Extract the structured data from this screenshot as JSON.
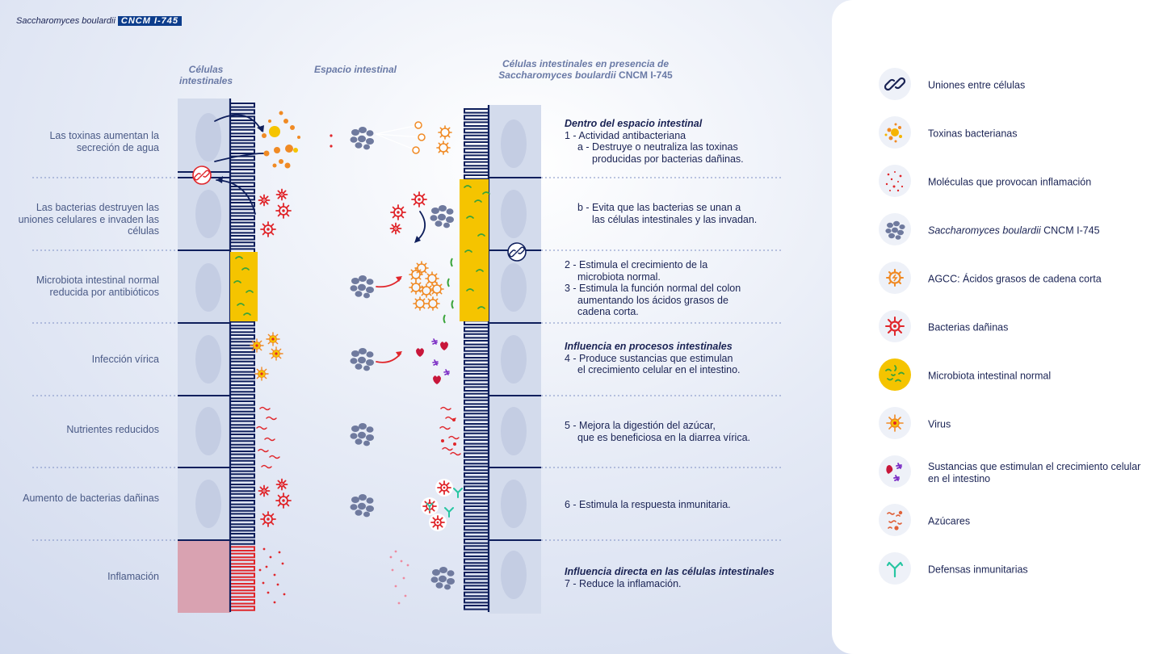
{
  "brand": {
    "name": "Saccharomyces boulardii",
    "code": "CNCM I-745"
  },
  "columns": {
    "left": "Células intestinales",
    "middle": "Espacio intestinal",
    "right_line1": "Células intestinales en presencia de",
    "right_line2": "Saccharomyces boulardii",
    "right_line2_code": " CNCM I-745"
  },
  "rows": [
    {
      "label": "Las toxinas aumentan la secreción de agua"
    },
    {
      "label": "Las bacterias destruyen las uniones celulares e invaden las células"
    },
    {
      "label": "Microbiota intestinal normal reducida por antibióticos"
    },
    {
      "label": "Infección vírica"
    },
    {
      "label": "Nutrientes reducidos"
    },
    {
      "label": "Aumento de bacterias dañinas"
    },
    {
      "label": "Inflamación"
    }
  ],
  "descriptions": {
    "d1_head": "Dentro del espacio intestinal",
    "d1_l1": "1 - Actividad antibacteriana",
    "d1_l2": "a - Destruye o neutraliza las toxinas",
    "d1_l3": "producidas por bacterias dañinas.",
    "d2_l1": "b - Evita que las bacterias se unan a",
    "d2_l2": "las células intestinales y las invadan.",
    "d3_l1": "2 - Estimula el crecimiento de la",
    "d3_l2": "microbiota normal.",
    "d3_l3": "3 - Estimula la función normal del colon",
    "d3_l4": "aumentando los ácidos grasos de",
    "d3_l5": "cadena corta.",
    "d4_head": "Influencia en procesos intestinales",
    "d4_l1": "4 - Produce sustancias que estimulan",
    "d4_l2": "el crecimiento celular en el intestino.",
    "d5_l1": "5 - Mejora la digestión del azúcar,",
    "d5_l2": "que es beneficiosa en la diarrea vírica.",
    "d6_l1": "6 - Estimula la respuesta inmunitaria.",
    "d7_head": "Influencia directa en las células intestinales",
    "d7_l1": "7 - Reduce la inflamación."
  },
  "legend": [
    {
      "icon": "link-icon",
      "label": "Uniones entre células"
    },
    {
      "icon": "toxins-icon",
      "label": "Toxinas bacterianas"
    },
    {
      "icon": "inflammation-molecules-icon",
      "label": "Moléculas que provocan inflamación"
    },
    {
      "icon": "saccharomyces-icon",
      "label_italic": "Saccharomyces boulardii",
      "label": " CNCM I-745"
    },
    {
      "icon": "scfa-icon",
      "label": "AGCC: Ácidos grasos de cadena corta"
    },
    {
      "icon": "harmful-bacteria-icon",
      "label": "Bacterias dañinas"
    },
    {
      "icon": "microbiota-icon",
      "label": "Microbiota intestinal normal"
    },
    {
      "icon": "virus-icon",
      "label": "Virus"
    },
    {
      "icon": "growth-substances-icon",
      "label": "Sustancias que estimulan el crecimiento celular en el intestino"
    },
    {
      "icon": "sugars-icon",
      "label": "Azúcares"
    },
    {
      "icon": "immune-defenses-icon",
      "label": "Defensas inmunitarias"
    }
  ],
  "colors": {
    "navy": "#0f1f5c",
    "toxin_orange": "#f08a24",
    "bacteria_red": "#e0262b",
    "microbiota_yellow": "#f5c400",
    "immune_green": "#27c6a2",
    "cell_pink": "#d9a2b1"
  }
}
